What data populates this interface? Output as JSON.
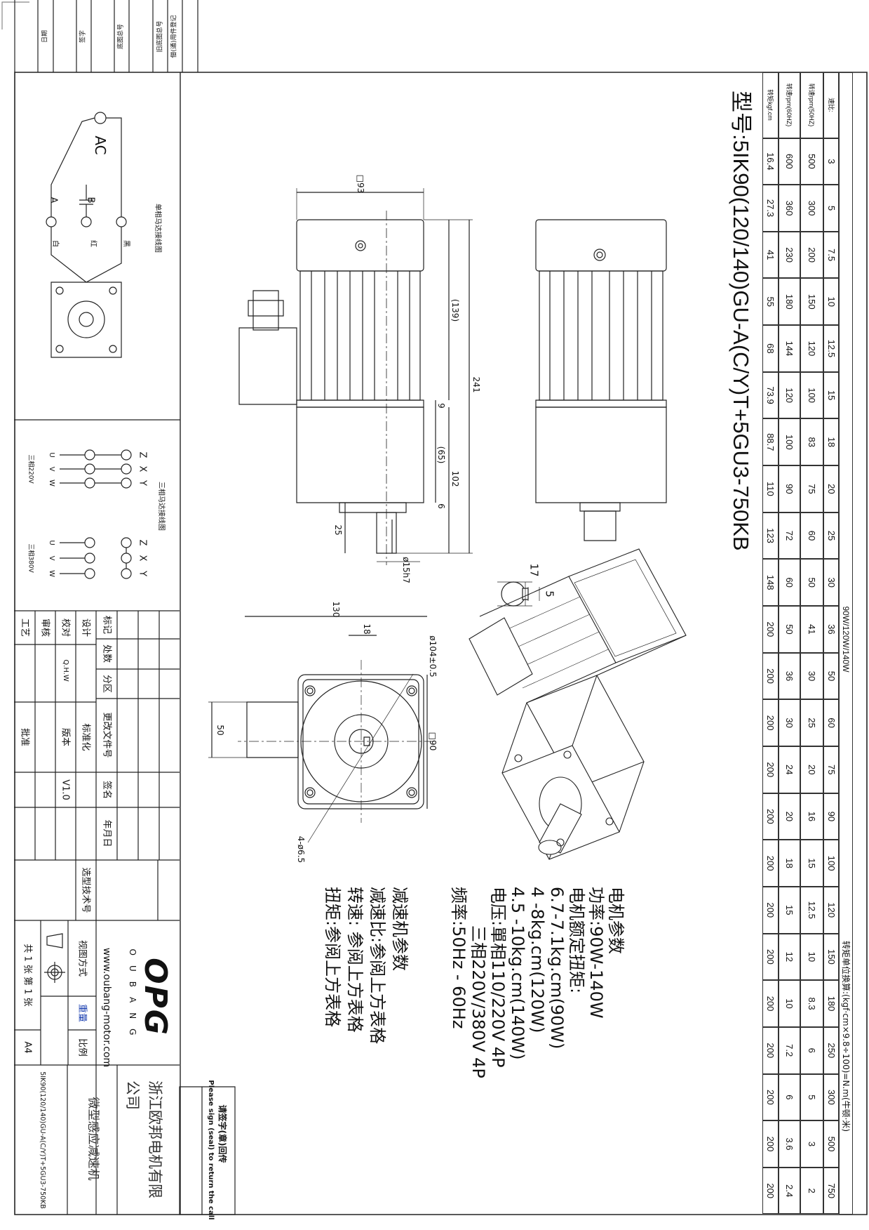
{
  "model_title": "型号:5IK90(120/140)GU-A(C/Y)T+5GU3-750KB",
  "table": {
    "power_header": "90W/120W/140W",
    "conversion_note": "转矩单位换算:(kgf·cm×9.8÷100)=N.m(牛顿·米)",
    "row_labels": [
      "速比:",
      "转速rpm(50HZ)",
      "转速rpm(60HZ)",
      "转矩kgf.cm"
    ],
    "ratio": [
      "3",
      "5",
      "7.5",
      "10",
      "12.5",
      "15",
      "18",
      "20",
      "25",
      "30",
      "36",
      "50",
      "60",
      "75",
      "90",
      "100",
      "120",
      "150",
      "180",
      "250",
      "300",
      "500",
      "750"
    ],
    "rpm_50hz": [
      "500",
      "300",
      "200",
      "150",
      "120",
      "100",
      "83",
      "75",
      "60",
      "50",
      "41",
      "30",
      "25",
      "20",
      "16",
      "15",
      "12.5",
      "10",
      "8.3",
      "6",
      "5",
      "3",
      "2"
    ],
    "rpm_60hz": [
      "600",
      "360",
      "230",
      "180",
      "144",
      "120",
      "100",
      "90",
      "72",
      "60",
      "50",
      "36",
      "30",
      "24",
      "20",
      "18",
      "15",
      "12",
      "10",
      "7.2",
      "6",
      "3.6",
      "2.4"
    ],
    "torque": [
      "16.4",
      "27.3",
      "41",
      "55",
      "68",
      "73.9",
      "88.7",
      "110",
      "123",
      "148",
      "200",
      "200",
      "200",
      "200",
      "200",
      "200",
      "200",
      "200",
      "200",
      "200",
      "200",
      "200",
      "200"
    ]
  },
  "dimensions": {
    "square_93": "□93",
    "length_241": "241",
    "motor_139": "(139)",
    "gap_9": "9",
    "gear_65": "(65)",
    "gear_102": "102",
    "boss_6": "6",
    "shaft_25": "25",
    "shaft_dia": "ø15h7",
    "key_17": "17",
    "key_5": "5",
    "width_130": "130",
    "key_18": "18",
    "pcd": "ø104±0.5",
    "square_90": "□90",
    "box_50": "50",
    "holes": "4-ø6.5"
  },
  "params": {
    "motor_heading": "电机参数",
    "power": "功率:90W-140W",
    "rated_torque": "电机额定扭矩:",
    "torque_90": "6.7-7.1kg.cm(90W)",
    "torque_120": "4 -8kg.cm(120W)",
    "torque_140": "4.5 -10kg.cm(140W)",
    "voltage_single": "电压:單相110/220V  4P",
    "voltage_three": "三相220V/380V  4P",
    "frequency": "频率:50Hz - 60Hz",
    "gear_heading": "减速机参数",
    "gear_ratio": "减速比:参阅上方表格",
    "speed": "转速:  参阅上方表格",
    "torque": "扭矩:参阅上方表格"
  },
  "wiring": {
    "single_title": "单相马达接线图",
    "ac": "AC",
    "a": "A",
    "b": "B",
    "black": "黑",
    "red": "红",
    "white": "白",
    "three_title": "三相马达接线图",
    "v220": "三相220V",
    "v380": "三相380V",
    "u": "U",
    "v": "V",
    "w": "W",
    "z": "Z",
    "x": "X",
    "y": "Y"
  },
  "title_block": {
    "craft": "工艺",
    "review": "审核",
    "check": "校对",
    "design": "设计",
    "mark": "标记",
    "count": "处数",
    "zone": "分区",
    "change_doc": "更改文件号",
    "sign": "签名",
    "date": "年月日",
    "checker_name": "Q.H.W",
    "standardize": "标准化",
    "version_label": "版本",
    "approve": "批准",
    "version": "V1.0",
    "selection_no": "选型技术号",
    "sheets": "共 1 张  第 1 张",
    "paper": "A4",
    "view_method": "视图方式",
    "weight": "重量",
    "scale": "比例",
    "logo": "OPG",
    "brand": "OUBANG",
    "website": "www.oubang-motor.com",
    "company_line1": "浙江欧邦电机有限",
    "company_line2": "公司",
    "product": "微型感应减速机",
    "model": "5IK90(120/140)GU-A(C/Y)T+5GU3-750KB"
  },
  "sign_box": {
    "cn": "请签字(章)回传",
    "en": "Please sign (seal) to return the call"
  },
  "side_strip": {
    "date": "日期",
    "signature": "签字",
    "base_no": "底图总号",
    "old_base_no": "旧底图总号",
    "borrow_reg": "借(通)用件登记"
  }
}
